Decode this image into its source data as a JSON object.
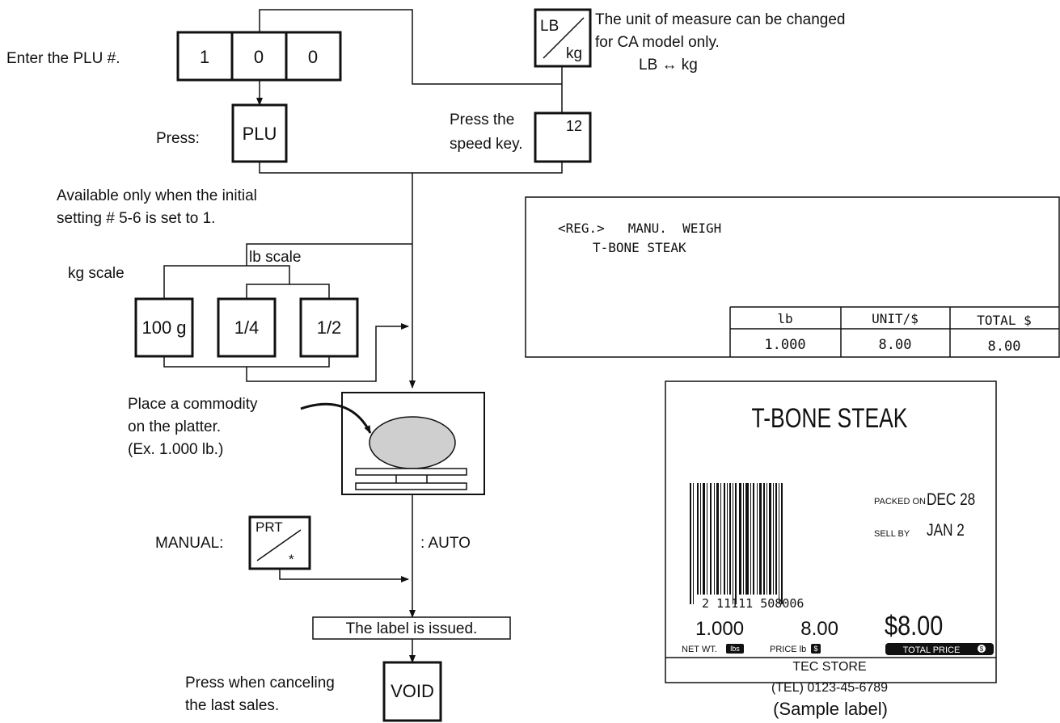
{
  "flow": {
    "enter_plu_label": "Enter the PLU #.",
    "plu_digits": [
      "1",
      "0",
      "0"
    ],
    "press_label": "Press:",
    "plu_key": "PLU",
    "unit_key_top": "LB",
    "unit_key_bottom": "kg",
    "unit_note_line1": "The unit of measure can be changed",
    "unit_note_line2": "for CA model only.",
    "unit_note_line3": "LB ↔ kg",
    "speed_key_label_line1": "Press the",
    "speed_key_label_line2": "speed key.",
    "speed_key": "12",
    "availability_line1": "Available only when the initial",
    "availability_line2": "setting # 5-6 is set to 1.",
    "kg_scale_label": "kg scale",
    "lb_scale_label": "lb scale",
    "scale_keys": [
      "100 g",
      "1/4",
      "1/2"
    ],
    "commodity_line1": "Place a commodity",
    "commodity_line2": "on the platter.",
    "commodity_line3": "(Ex. 1.000 lb.)",
    "manual_label": "MANUAL:",
    "print_key_top": "PRT",
    "print_key_bottom": "*",
    "auto_label": ": AUTO",
    "label_issued": "The label is issued.",
    "void_note_line1": "Press when canceling",
    "void_note_line2": "the last sales.",
    "void_key": "VOID"
  },
  "display": {
    "line1": "<REG.>   MANU.  WEIGH",
    "line2": "T-BONE STEAK",
    "headers": [
      "lb",
      "UNIT/$",
      "TOTAL $"
    ],
    "values": [
      "1.000",
      "8.00",
      "8.00"
    ]
  },
  "label": {
    "product": "T-BONE STEAK",
    "packed_on_label": "PACKED ON",
    "packed_on_value": "DEC 28",
    "sell_by_label": "SELL BY",
    "sell_by_value": "JAN 2",
    "barcode_digits": "2 11111 508006",
    "net_weight": "1.000",
    "unit_price": "8.00",
    "total_price": "$8.00",
    "net_wt_label": "NET WT.",
    "net_wt_badge": "lbs",
    "price_label": "PRICE lb",
    "price_badge": "$",
    "total_price_label": "TOTAL PRICE",
    "total_badge": "$",
    "store_name": "TEC STORE",
    "store_tel": "(TEL) 0123-45-6789",
    "caption": "(Sample label)"
  }
}
